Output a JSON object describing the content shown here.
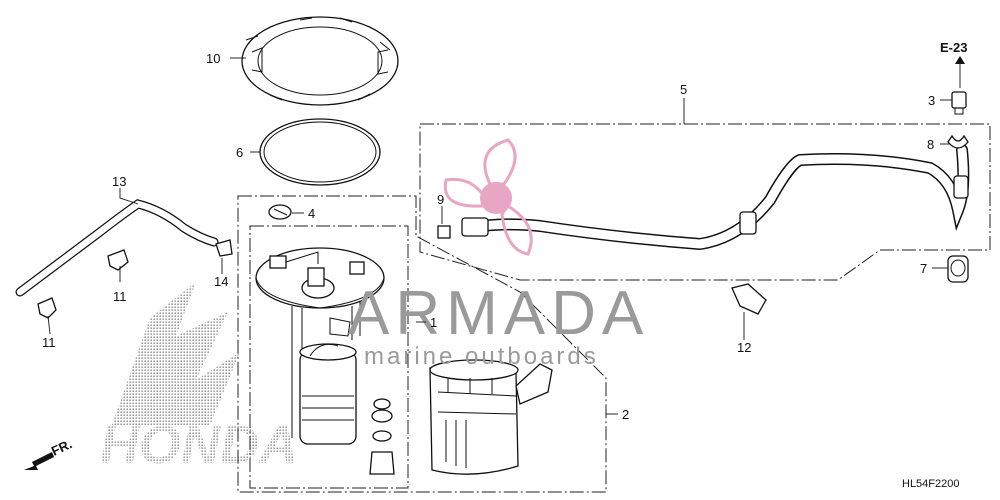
{
  "callouts": {
    "c1": "1",
    "c2": "2",
    "c3": "3",
    "c4": "4",
    "c5": "5",
    "c6": "6",
    "c7": "7",
    "c8": "8",
    "c9": "9",
    "c10": "10",
    "c11a": "11",
    "c11b": "11",
    "c12": "12",
    "c13": "13",
    "c14": "14"
  },
  "reference": "E-23",
  "drawing_code": "HL54F2200",
  "front_marker": "FR.",
  "watermark": {
    "title": "ARMADA",
    "subtitle": "marine outboards"
  },
  "brand_logo": "HONDA",
  "colors": {
    "line": "#111111",
    "watermark": "#9a9a9a",
    "propeller": "#e8a6c4"
  }
}
